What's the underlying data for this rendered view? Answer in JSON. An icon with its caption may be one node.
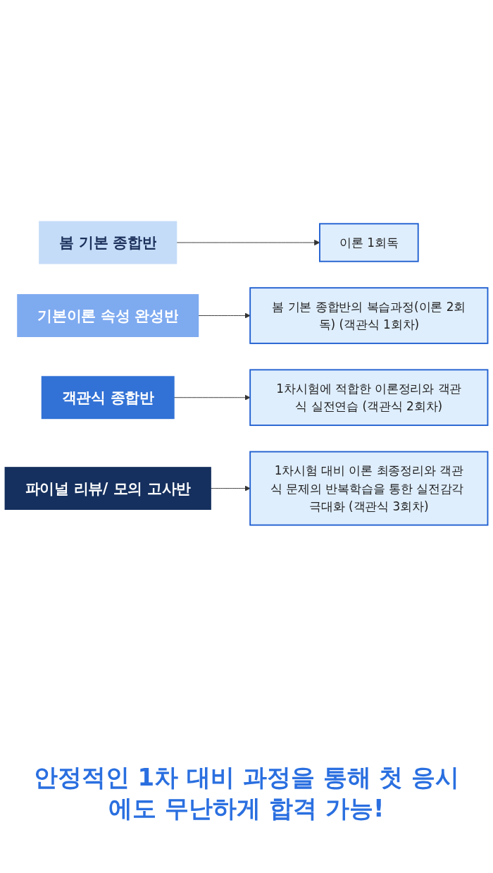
{
  "diagram": {
    "caption": "안정적인 1차 대비 과정을 통해 첫 응시에도 무난하게 합격 가능!",
    "nodes": [
      {
        "text": [
          "봄 기본 종합반"
        ]
      },
      {
        "text": [
          "이론 1회독"
        ]
      },
      {
        "text": [
          "기본이론 속성 완성반"
        ]
      },
      {
        "text": [
          "봄 기본 종합반의 복습과정(이론 2회독) (객관식 1회차)"
        ]
      },
      {
        "text": [
          "객관식 종합반"
        ]
      },
      {
        "text": [
          "1차시험에 적합한 이론정리와 객관식 실전연습 (객관식 2회차)"
        ]
      },
      {
        "text": [
          "파이널 리뷰/ 모의 고사반"
        ]
      },
      {
        "text": [
          "1차시험 대비 이론 최종정리와 객관식 문제의 반복학습을 통한 실전감각 극대화 (객관식 3회차)"
        ]
      }
    ],
    "edges": [
      {
        "from": 0,
        "to": 1,
        "arrow": "to"
      },
      {
        "from": 2,
        "to": 3,
        "arrow": "to"
      },
      {
        "from": 4,
        "to": 5,
        "arrow": "to"
      },
      {
        "from": 6,
        "to": 7,
        "arrow": "to"
      }
    ]
  }
}
